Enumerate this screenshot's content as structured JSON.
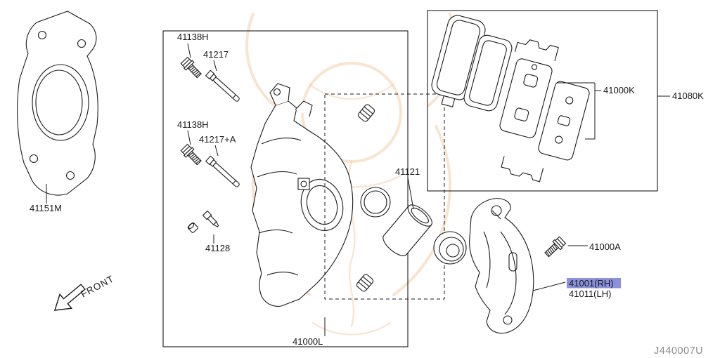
{
  "theme": {
    "background": "#ffffff",
    "line_color": "#1a1a1a",
    "highlight_color": "#8a90da",
    "watermark_color": "#f2c9a0",
    "code_color": "#8c8c8c"
  },
  "diagram": {
    "drawing_code": "J440007U",
    "front_label": "FRONT",
    "parts": {
      "dust_shield": {
        "label": "41151M"
      },
      "bolt_upper": {
        "label": "41138H"
      },
      "guide_pin_upper": {
        "label": "41217"
      },
      "bolt_lower": {
        "label": "41138H"
      },
      "guide_pin_lower": {
        "label": "41217+A"
      },
      "bleeder_valve": {
        "label": "41128"
      },
      "piston": {
        "label": "41121"
      },
      "caliper_assembly": {
        "label": "41000L"
      },
      "pad_kit": {
        "label": "41000K"
      },
      "pad_hardware_kit": {
        "label": "41080K"
      },
      "mount_bolt": {
        "label": "41000A"
      },
      "torque_member_rh": {
        "label": "41001(RH)"
      },
      "torque_member_lh": {
        "label": "41011(LH)"
      }
    }
  }
}
